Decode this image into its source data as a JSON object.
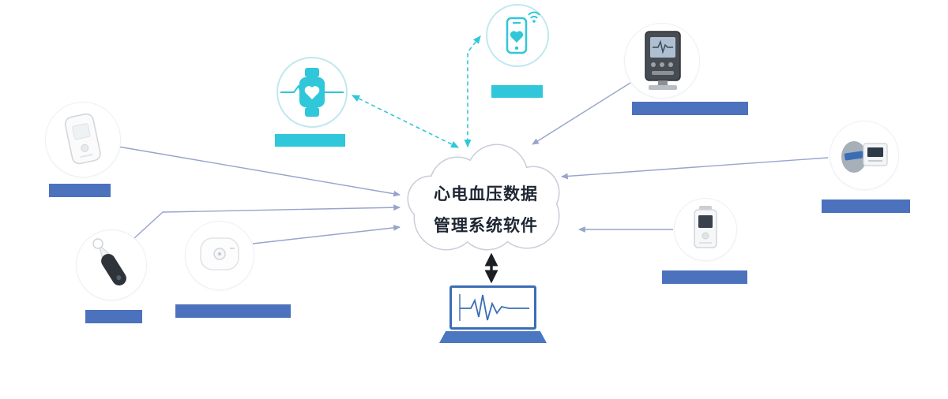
{
  "diagram": {
    "type": "system-topology-diagram",
    "cloud": {
      "line1": "心电血压数据",
      "line2": "管理系统软件",
      "fill": "#ffffff",
      "border_color": "#c9ced8",
      "text_color": "#1d2632"
    },
    "colors": {
      "teal_accent": "#2fc7d9",
      "teal_ring": "#bfe8ef",
      "blue_label_bar": "#4d72bd",
      "connector_line": "#97a4cc",
      "dark_arrow": "#1b1e22",
      "laptop_blue": "#3b6db6",
      "laptop_base_blue": "#4a77c0"
    },
    "nodes": [
      {
        "id": "smartwatch",
        "icon": "smartwatch-icon",
        "label_text": "",
        "label_style": "teal-bar"
      },
      {
        "id": "smartphone",
        "icon": "smartphone-icon",
        "label_text": "",
        "label_style": "teal-bar"
      },
      {
        "id": "ecg-monitor",
        "icon": "ecg-monitor-icon",
        "label_text": "",
        "label_style": "blue-bar"
      },
      {
        "id": "handheld-device",
        "icon": "handheld-device-icon",
        "label_text": "",
        "label_style": "blue-bar"
      },
      {
        "id": "bp-monitor",
        "icon": "bp-monitor-icon",
        "label_text": "",
        "label_style": "blue-bar"
      },
      {
        "id": "holter-recorder",
        "icon": "holter-recorder-icon",
        "label_text": "",
        "label_style": "blue-bar"
      },
      {
        "id": "ear-device",
        "icon": "ear-device-icon",
        "label_text": "",
        "label_style": "blue-bar"
      },
      {
        "id": "patch-device",
        "icon": "patch-device-icon",
        "label_text": "",
        "label_style": "blue-bar"
      },
      {
        "id": "laptop",
        "icon": "laptop-ecg-icon",
        "label_text": ""
      }
    ],
    "edges": [
      {
        "from": "handheld-device",
        "to": "cloud",
        "style": "solid",
        "arrow": "into-cloud"
      },
      {
        "from": "ear-device",
        "to": "cloud",
        "style": "solid",
        "arrow": "into-cloud"
      },
      {
        "from": "patch-device",
        "to": "cloud",
        "style": "solid",
        "arrow": "into-cloud"
      },
      {
        "from": "ecg-monitor",
        "to": "cloud",
        "style": "solid",
        "arrow": "into-cloud"
      },
      {
        "from": "bp-monitor",
        "to": "cloud",
        "style": "solid",
        "arrow": "into-cloud"
      },
      {
        "from": "holter-recorder",
        "to": "cloud",
        "style": "solid",
        "arrow": "into-cloud"
      },
      {
        "from": "smartwatch",
        "to": "cloud",
        "style": "dashed",
        "arrow": "both"
      },
      {
        "from": "smartphone",
        "to": "cloud",
        "style": "dashed",
        "arrow": "both"
      },
      {
        "from": "cloud",
        "to": "laptop",
        "style": "solid-dark",
        "arrow": "both"
      }
    ]
  }
}
